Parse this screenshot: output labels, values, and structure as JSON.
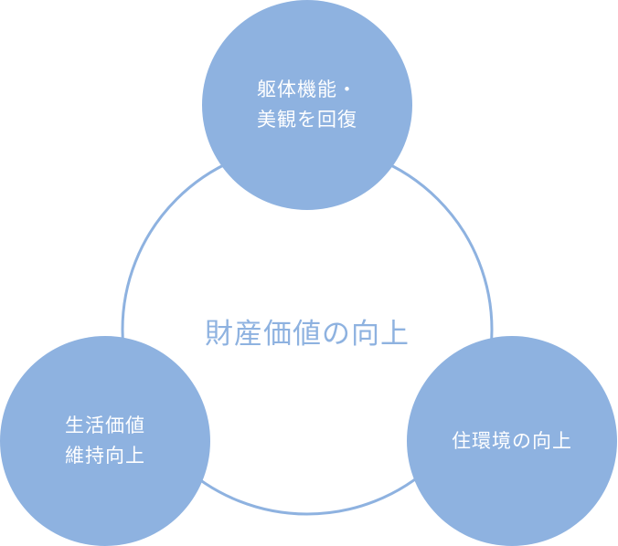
{
  "colors": {
    "node_fill": "#8eb2e0",
    "ring_stroke": "#8eb2e0",
    "node_text": "#ffffff",
    "center_text": "#8eb2e0"
  },
  "center": {
    "label": "財産価値の向上"
  },
  "nodes": [
    {
      "lines": [
        "躯体機能・",
        "美観を回復"
      ]
    },
    {
      "lines": [
        "生活価値",
        "維持向上"
      ]
    },
    {
      "lines": [
        "住環境の向上"
      ]
    }
  ]
}
